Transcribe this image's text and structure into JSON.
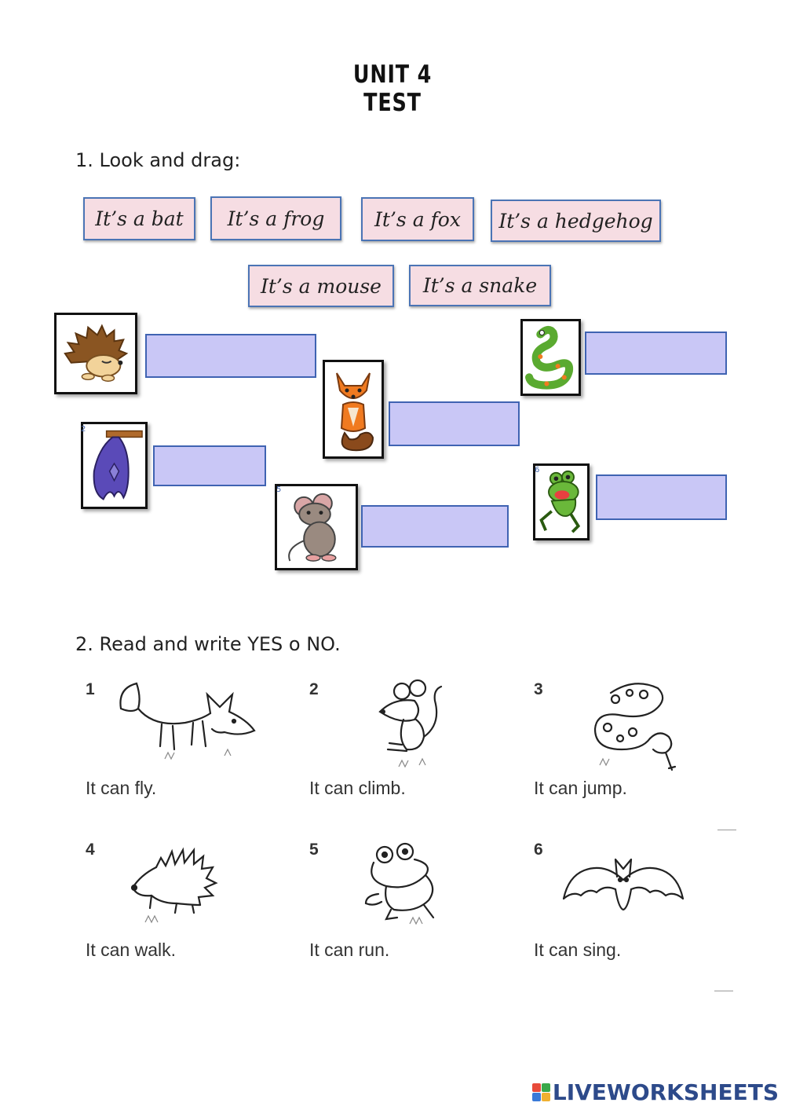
{
  "title": {
    "line1": "UNIT 4",
    "line2": "TEST"
  },
  "section1": {
    "heading": "1.  Look and drag:",
    "cards": [
      "It’s a bat",
      "It’s a frog",
      "It’s a fox",
      "It’s a hedgehog",
      "It’s a mouse",
      "It’s a snake"
    ],
    "pictures": [
      {
        "animal": "hedgehog-icon",
        "number": ""
      },
      {
        "animal": "fox-icon",
        "number": ""
      },
      {
        "animal": "snake-icon",
        "number": ""
      },
      {
        "animal": "bat-icon",
        "number": "2"
      },
      {
        "animal": "mouse-icon",
        "number": "5"
      },
      {
        "animal": "frog-icon",
        "number": "6"
      }
    ]
  },
  "section2": {
    "heading": "2.  Read and write YES o NO.",
    "items": [
      {
        "num": "1",
        "text": "It can fly.",
        "animal": "fox-icon"
      },
      {
        "num": "2",
        "text": "It can climb.",
        "animal": "mouse-icon"
      },
      {
        "num": "3",
        "text": "It can jump.",
        "animal": "snake-icon"
      },
      {
        "num": "4",
        "text": "It can walk.",
        "animal": "hedgehog-icon"
      },
      {
        "num": "5",
        "text": "It can run.",
        "animal": "frog-icon"
      },
      {
        "num": "6",
        "text": "It can sing.",
        "animal": "bat-icon"
      }
    ]
  },
  "footer": {
    "logo": "LIVEWORKSHEETS"
  },
  "colors": {
    "card_bg": "#f6dde3",
    "card_border": "#4b74b5",
    "drop_bg": "#c9c7f6",
    "drop_border": "#3f63b2"
  }
}
